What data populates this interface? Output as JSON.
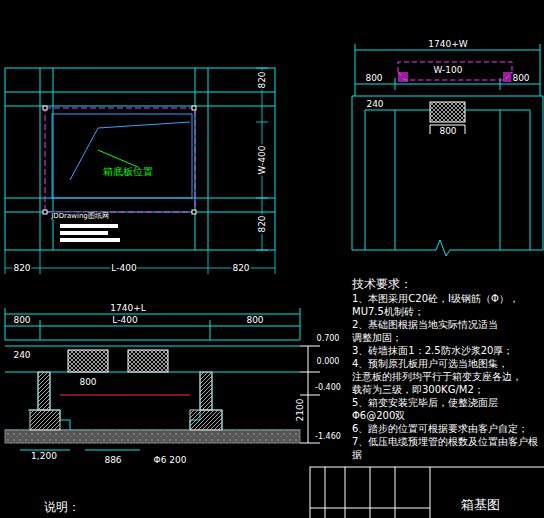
{
  "diagram": {
    "labels": [
      "820",
      "W-400",
      "820",
      "820",
      "L-400",
      "820",
      "箱底板位置",
      "JDDrawing图纸网",
      "1740+W",
      "800",
      "W-100",
      "800",
      "240",
      "800",
      "1740+L",
      "800",
      "L-400",
      "800",
      "240",
      "800",
      "0.700",
      "0.000",
      "-0.400",
      "2100",
      "-1.460",
      "1,200",
      "886",
      "Φ6 200",
      "技术要求：",
      "1、本图采用C20砼，Ⅰ级钢筋（Φ），",
      "MU7.5机制砖；",
      "2、基础图根据当地实际情况适当",
      "调整加固；",
      "3、砖墙抹面1：2.5防水沙浆20厚；",
      "4、预制原孔板用户可选当地图集，",
      "注意板的排列均平行于箱变支座各边，",
      "载荷为三级，即300KG/M2；",
      "5、箱变安装完毕后，使整浇面层 Φ6@200双",
      "6、踏步的位置可根据要求由客户自定；",
      "7、低压电缆预埋管的根数及位置由客户根据",
      "说明：",
      "箱基图"
    ]
  }
}
